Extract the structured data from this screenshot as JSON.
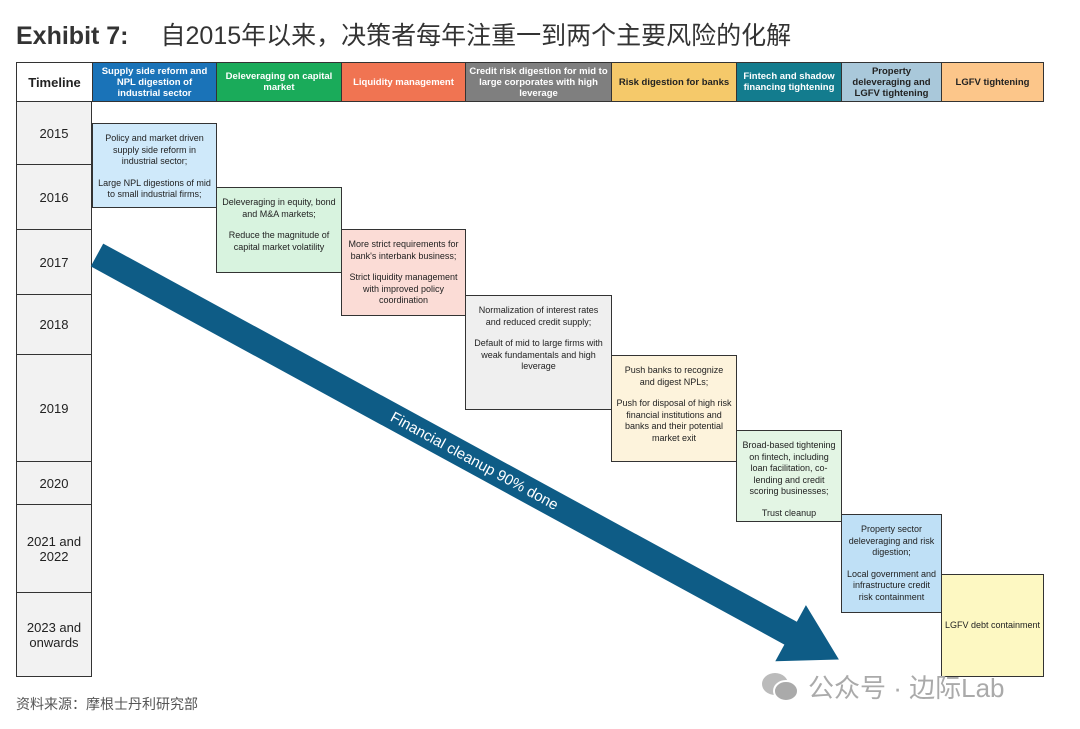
{
  "title": {
    "label": "Exhibit 7:",
    "text": "自2015年以来，决策者每年注重一到两个主要风险的化解"
  },
  "header": {
    "timeline": "Timeline",
    "columns": [
      {
        "label": "Supply side reform and NPL digestion of industrial sector",
        "color": "#1a73b8",
        "text_color": "#ffffff"
      },
      {
        "label": "Deleveraging on capital market",
        "color": "#1aab5a",
        "text_color": "#ffffff"
      },
      {
        "label": "Liquidity management",
        "color": "#f07452",
        "text_color": "#ffffff"
      },
      {
        "label": "Credit risk digestion for mid to large corporates with high leverage",
        "color": "#7f7f7f",
        "text_color": "#ffffff"
      },
      {
        "label": "Risk digestion for banks",
        "color": "#f5c96a",
        "text_color": "#222222"
      },
      {
        "label": "Fintech and shadow financing tightening",
        "color": "#137c8e",
        "text_color": "#ffffff"
      },
      {
        "label": "Property deleveraging and LGFV tightening",
        "color": "#a9c8da",
        "text_color": "#222222"
      },
      {
        "label": "LGFV tightening",
        "color": "#fcc68a",
        "text_color": "#222222"
      }
    ]
  },
  "years": [
    "2015",
    "2016",
    "2017",
    "2018",
    "2019",
    "2020",
    "2021 and 2022",
    "2023 and onwards"
  ],
  "boxes": [
    {
      "color": "#cfe9fa",
      "paras": [
        "Policy and market driven supply side reform in industrial sector;",
        "Large NPL digestions of mid to small industrial firms;"
      ]
    },
    {
      "color": "#d8f3df",
      "paras": [
        "Deleveraging in equity, bond and M&A markets;",
        "Reduce the magnitude of capital market volatility"
      ]
    },
    {
      "color": "#fbdcd6",
      "paras": [
        "More strict requirements for bank's interbank business;",
        "Strict liquidity management with improved policy coordination"
      ]
    },
    {
      "color": "#efefef",
      "paras": [
        "Normalization of interest rates and reduced credit supply;",
        "Default of mid to large firms with weak fundamentals and high leverage"
      ]
    },
    {
      "color": "#fdf3dc",
      "paras": [
        "Push banks to recognize and digest NPLs;",
        "Push for disposal of high risk financial institutions and banks and their potential market exit"
      ]
    },
    {
      "color": "#e3f5e4",
      "paras": [
        "Broad-based tightening on fintech, including loan facilitation, co-lending and credit scoring businesses;",
        "Trust cleanup"
      ]
    },
    {
      "color": "#bfe0f6",
      "paras": [
        "Property sector deleveraging and risk digestion;",
        "Local government and infrastructure credit risk containment"
      ]
    },
    {
      "color": "#fdf8c2",
      "paras": [
        "LGFV debt containment"
      ]
    }
  ],
  "arrow": {
    "label": "Financial cleanup 90% done",
    "color": "#0e5c86"
  },
  "source": "资料来源：摩根士丹利研究部",
  "watermark": "公众号 · 边际Lab"
}
